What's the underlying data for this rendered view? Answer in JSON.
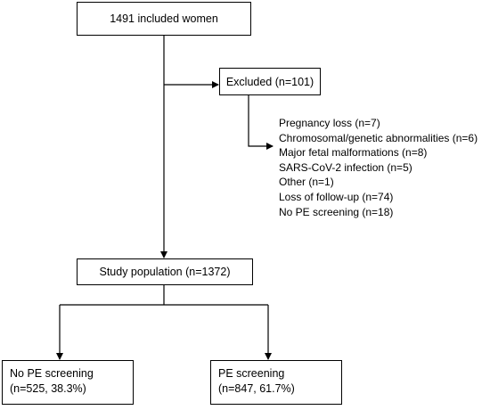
{
  "flowchart": {
    "included": "1491 included women",
    "excluded": "Excluded (n=101)",
    "exclusion_reasons": [
      "Pregnancy loss (n=7)",
      "Chromosomal/genetic abnormalities (n=6)",
      "Major fetal malformations (n=8)",
      "SARS-CoV-2 infection (n=5)",
      "Other (n=1)",
      "Loss of follow-up (n=74)",
      "No PE screening (n=18)"
    ],
    "study_population": "Study population (n=1372)",
    "no_pe_screening": {
      "title": "No PE screening",
      "detail": "(n=525, 38.3%)"
    },
    "pe_screening": {
      "title": "PE screening",
      "detail": "(n=847, 61.7%)"
    }
  },
  "colors": {
    "line": "#000000",
    "box_border": "#000000",
    "background": "#ffffff"
  }
}
